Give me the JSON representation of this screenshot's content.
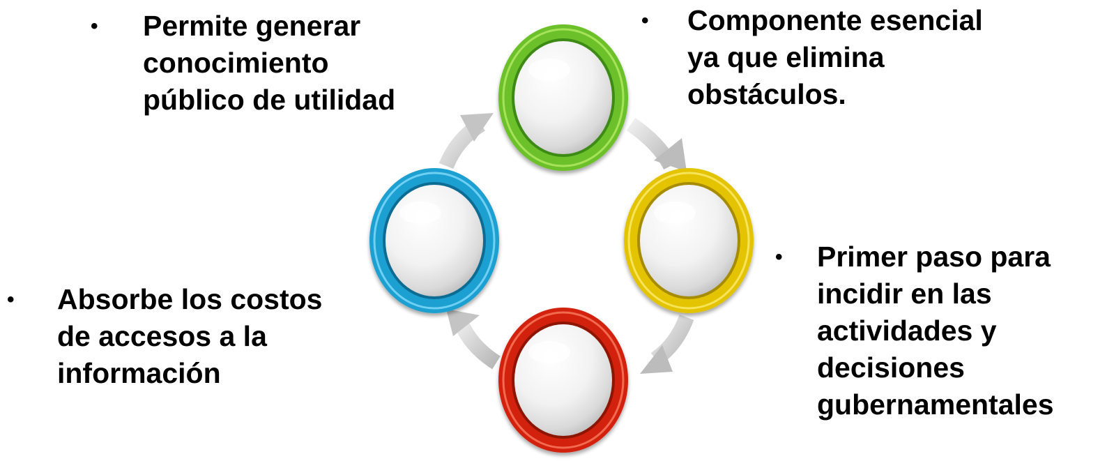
{
  "colors": {
    "ring_top": "#6cc12a",
    "ring_right": "#e4c400",
    "ring_bottom": "#d2230f",
    "ring_left": "#1f9fd1",
    "arrow": "#c8c8c8",
    "text": "#000000"
  },
  "bullets": {
    "top_left": {
      "marker": "•",
      "lines": [
        "Permite generar",
        "conocimiento",
        "público de utilidad"
      ]
    },
    "top_right": {
      "marker": "•",
      "lines": [
        "Componente esencial",
        "ya que elimina",
        "obstáculos."
      ]
    },
    "bottom_left": {
      "marker": "•",
      "lines": [
        "Absorbe los costos",
        "de accesos a la",
        "información"
      ]
    },
    "bottom_right": {
      "marker": "•",
      "lines": [
        "Primer paso para",
        "incidir en las",
        "actividades y",
        "decisiones",
        "gubernamentales"
      ]
    }
  }
}
